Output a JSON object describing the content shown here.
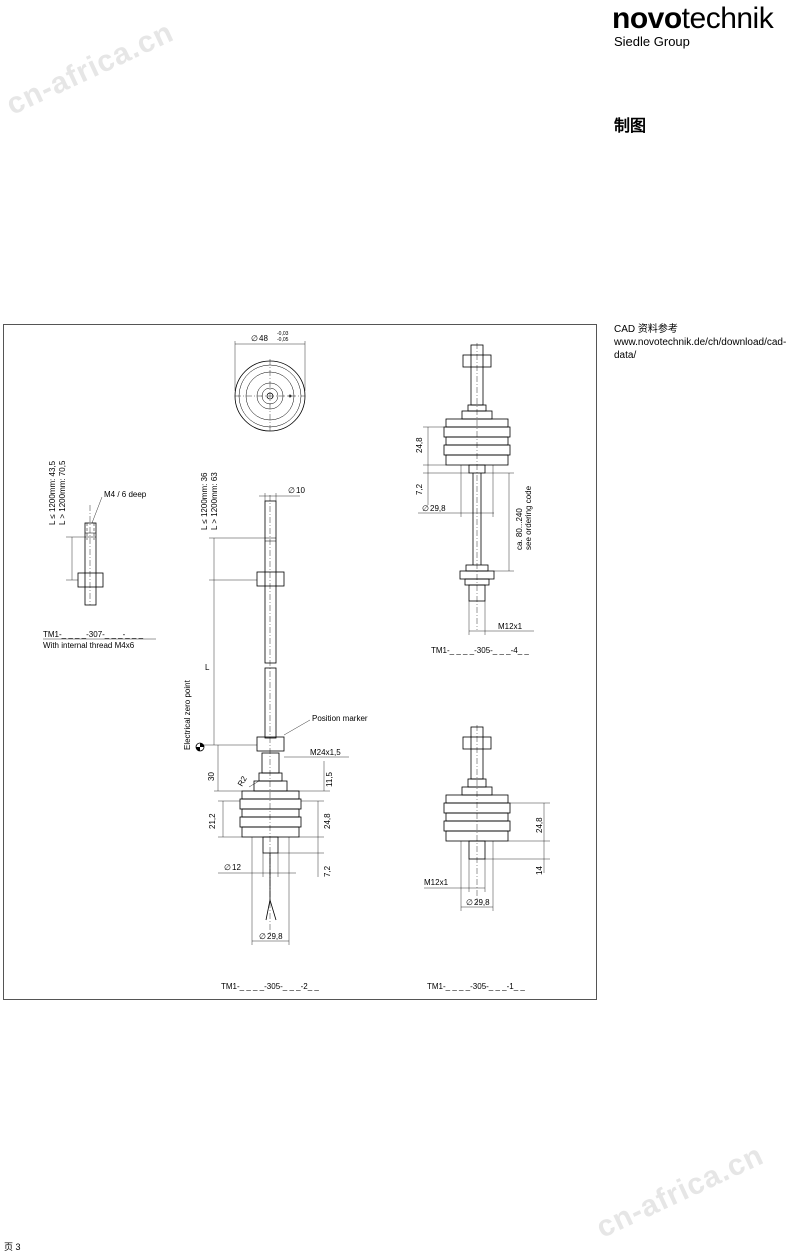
{
  "header": {
    "logo_bold": "novo",
    "logo_light": "technik",
    "logo_sub": "Siedle Group",
    "section_title": "制图"
  },
  "cad_note": "CAD 资料参考 www.novotechnik.de/ch/download/cad-data/",
  "page_number": "页 3",
  "watermark": "cn-africa.cn",
  "drawing": {
    "diameter_top": "48",
    "tol_upper": "-0,03",
    "tol_lower": "-0,05",
    "left_variant": {
      "len_small": "L ≤ 1200mm: 43,5",
      "len_large": "L > 1200mm: 70,5",
      "thread_note": "M4 / 6 deep",
      "part": "TM1-_ _ _ _-307-_ _ _-_ _ _",
      "desc": "With internal thread M4x6"
    },
    "center_variant": {
      "len_small": "L ≤ 1200mm: 36",
      "len_large": "L > 1200mm: 63",
      "rod_diameter": "10",
      "length_label": "L",
      "zero_point": "Electrical zero point",
      "position_marker": "Position marker",
      "thread": "M24x1,5",
      "dim_30": "30",
      "dim_11_5": "11,5",
      "radius": "R2",
      "dim_21_2": "21,2",
      "dim_24_8": "24,8",
      "dim_7_2": "7,2",
      "diameter_12": "12",
      "diameter_29_8": "29,8",
      "part": "TM1-_ _ _ _-305-_ _ _-2_ _"
    },
    "top_right_variant": {
      "dim_24_8": "24,8",
      "dim_7_2": "7,2",
      "diameter_29_8": "29,8",
      "cable_len": "ca. 80...240",
      "cable_note": "see ordering code",
      "connector": "M12x1",
      "part": "TM1-_ _ _ _-305-_ _ _-4_ _"
    },
    "bottom_right_variant": {
      "dim_24_8": "24,8",
      "dim_14": "14",
      "connector": "M12x1",
      "diameter_29_8": "29,8",
      "part": "TM1-_ _ _ _-305-_ _ _-1_ _"
    }
  }
}
